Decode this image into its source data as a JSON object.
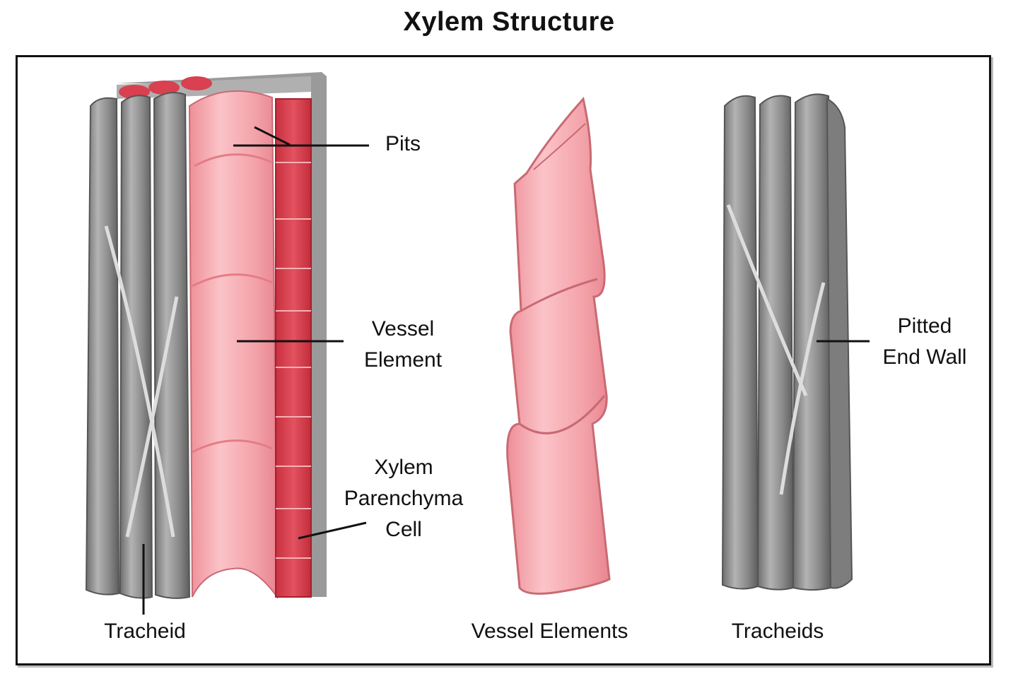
{
  "title": "Xylem Structure",
  "labels": {
    "pits": "Pits",
    "vessel_element": [
      "Vessel",
      "Element"
    ],
    "xylem_parenchyma": [
      "Xylem",
      "Parenchyma",
      "Cell"
    ],
    "tracheid": "Tracheid",
    "vessel_elements": "Vessel Elements",
    "tracheids": "Tracheids",
    "pitted_end_wall": [
      "Pitted",
      "End Wall"
    ]
  },
  "colors": {
    "tracheid_gray": "#8d8d8d",
    "vessel_pink": "#f29aa2",
    "parenchyma_red": "#d94050",
    "frame": "#111111"
  }
}
